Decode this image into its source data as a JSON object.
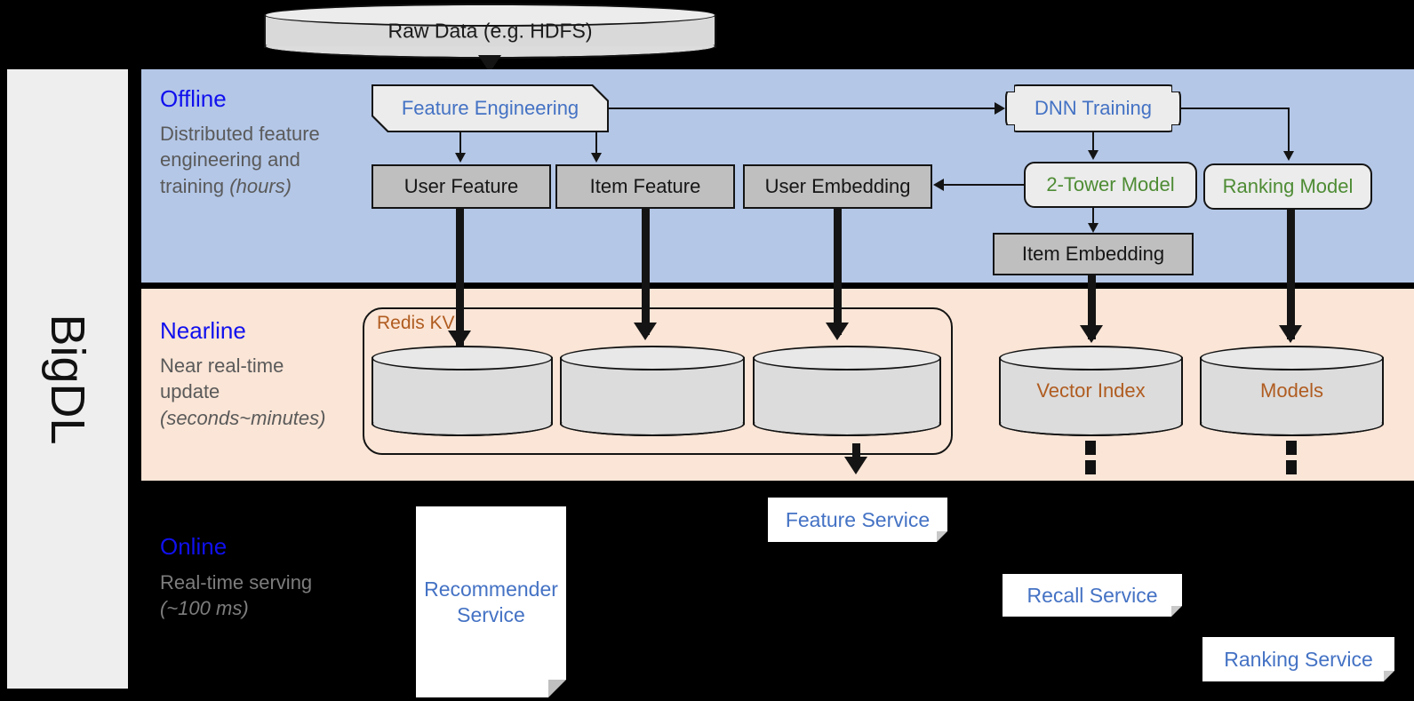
{
  "framework": {
    "label": "BigDL"
  },
  "source": {
    "label": "Raw Data (e.g. HDFS)"
  },
  "bands": [
    {
      "id": "offline",
      "title": "Offline",
      "subtitle_main": "Distributed feature engineering and training ",
      "subtitle_italic": "(hours)",
      "color": "#b4c7e7"
    },
    {
      "id": "nearline",
      "title": "Nearline",
      "subtitle_main": "Near real-time update ",
      "subtitle_italic": "(seconds~minutes)",
      "color": "#fbe5d6"
    },
    {
      "id": "online",
      "title": "Online",
      "subtitle_main": "Real-time serving ",
      "subtitle_italic": "(~100 ms)",
      "color": "#000000"
    }
  ],
  "offline": {
    "feature_engineering": "Feature Engineering",
    "dnn_training": "DNN Training",
    "user_feature": "User Feature",
    "item_feature": "Item Feature",
    "user_embedding": "User Embedding",
    "two_tower_model": "2-Tower Model",
    "ranking_model": "Ranking Model",
    "item_embedding": "Item Embedding"
  },
  "nearline": {
    "redis_kv": "Redis KV",
    "store_user_feature": "",
    "store_item_feature": "",
    "store_user_embedding": "",
    "vector_index": "Vector Index",
    "models": "Models"
  },
  "online": {
    "recommender_service": "Recommender Service",
    "feature_service": "Feature Service",
    "recall_service": "Recall Service",
    "ranking_service": "Ranking Service"
  },
  "colors": {
    "offline_band": "#b4c7e7",
    "nearline_band": "#fbe5d6",
    "online_band": "#000000",
    "band_title": "#1010ee",
    "band_subtitle": "#5a5a5a",
    "blue_node_text": "#4472c4",
    "green_node_text": "#4e8c34",
    "orange_store_text": "#b05c20",
    "gray_node_fill": "#bfbfbf",
    "light_node_fill": "#ececec",
    "rail_fill": "#eeeeee"
  }
}
